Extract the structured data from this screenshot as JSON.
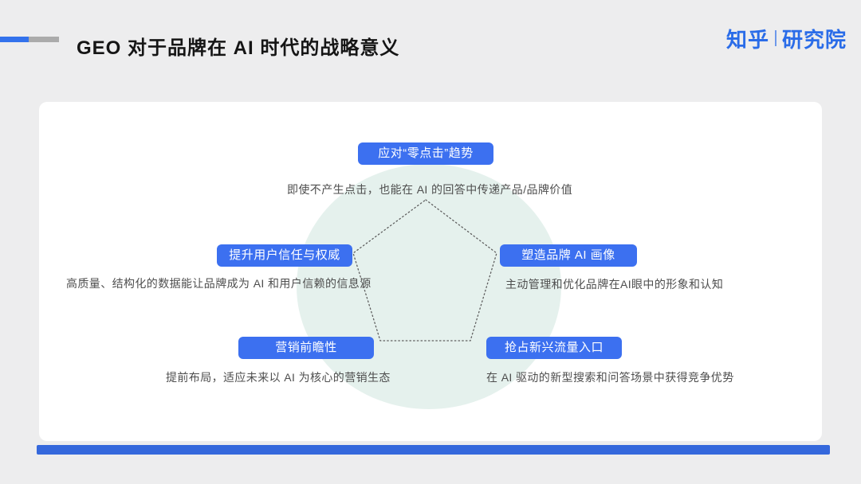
{
  "header": {
    "title": "GEO 对于品牌在 AI 时代的战略意义",
    "logo": {
      "brand": "知乎",
      "suffix": "研究院"
    }
  },
  "diagram": {
    "items": [
      {
        "id": "zero-click",
        "label": "应对“零点击”趋势",
        "caption": "即使不产生点击，也能在 AI 的回答中传递产品/品牌价值"
      },
      {
        "id": "trust-authority",
        "label": "提升用户信任与权威",
        "caption": "高质量、结构化的数据能让品牌成为 AI 和用户信赖的信息源"
      },
      {
        "id": "brand-ai-image",
        "label": "塑造品牌 AI 画像",
        "caption": "主动管理和优化品牌在AI眼中的形象和认知"
      },
      {
        "id": "marketing-foresight",
        "label": "营销前瞻性",
        "caption": "提前布局，适应未来以 AI 为核心的营销生态"
      },
      {
        "id": "traffic-entry",
        "label": "抢占新兴流量入口",
        "caption": "在 AI 驱动的新型搜索和问答场景中获得竞争优势"
      }
    ]
  },
  "colors": {
    "pill_blue": "#3C70F0",
    "bottom_bar_blue": "#3568DC",
    "deco_blue": "#3372EC",
    "deco_gray": "#ABABAB",
    "logo_blue": "#2A6CE8",
    "circle_mint": "#E5F1ED",
    "title_text": "#151515",
    "caption_text": "#4E4E4E"
  }
}
